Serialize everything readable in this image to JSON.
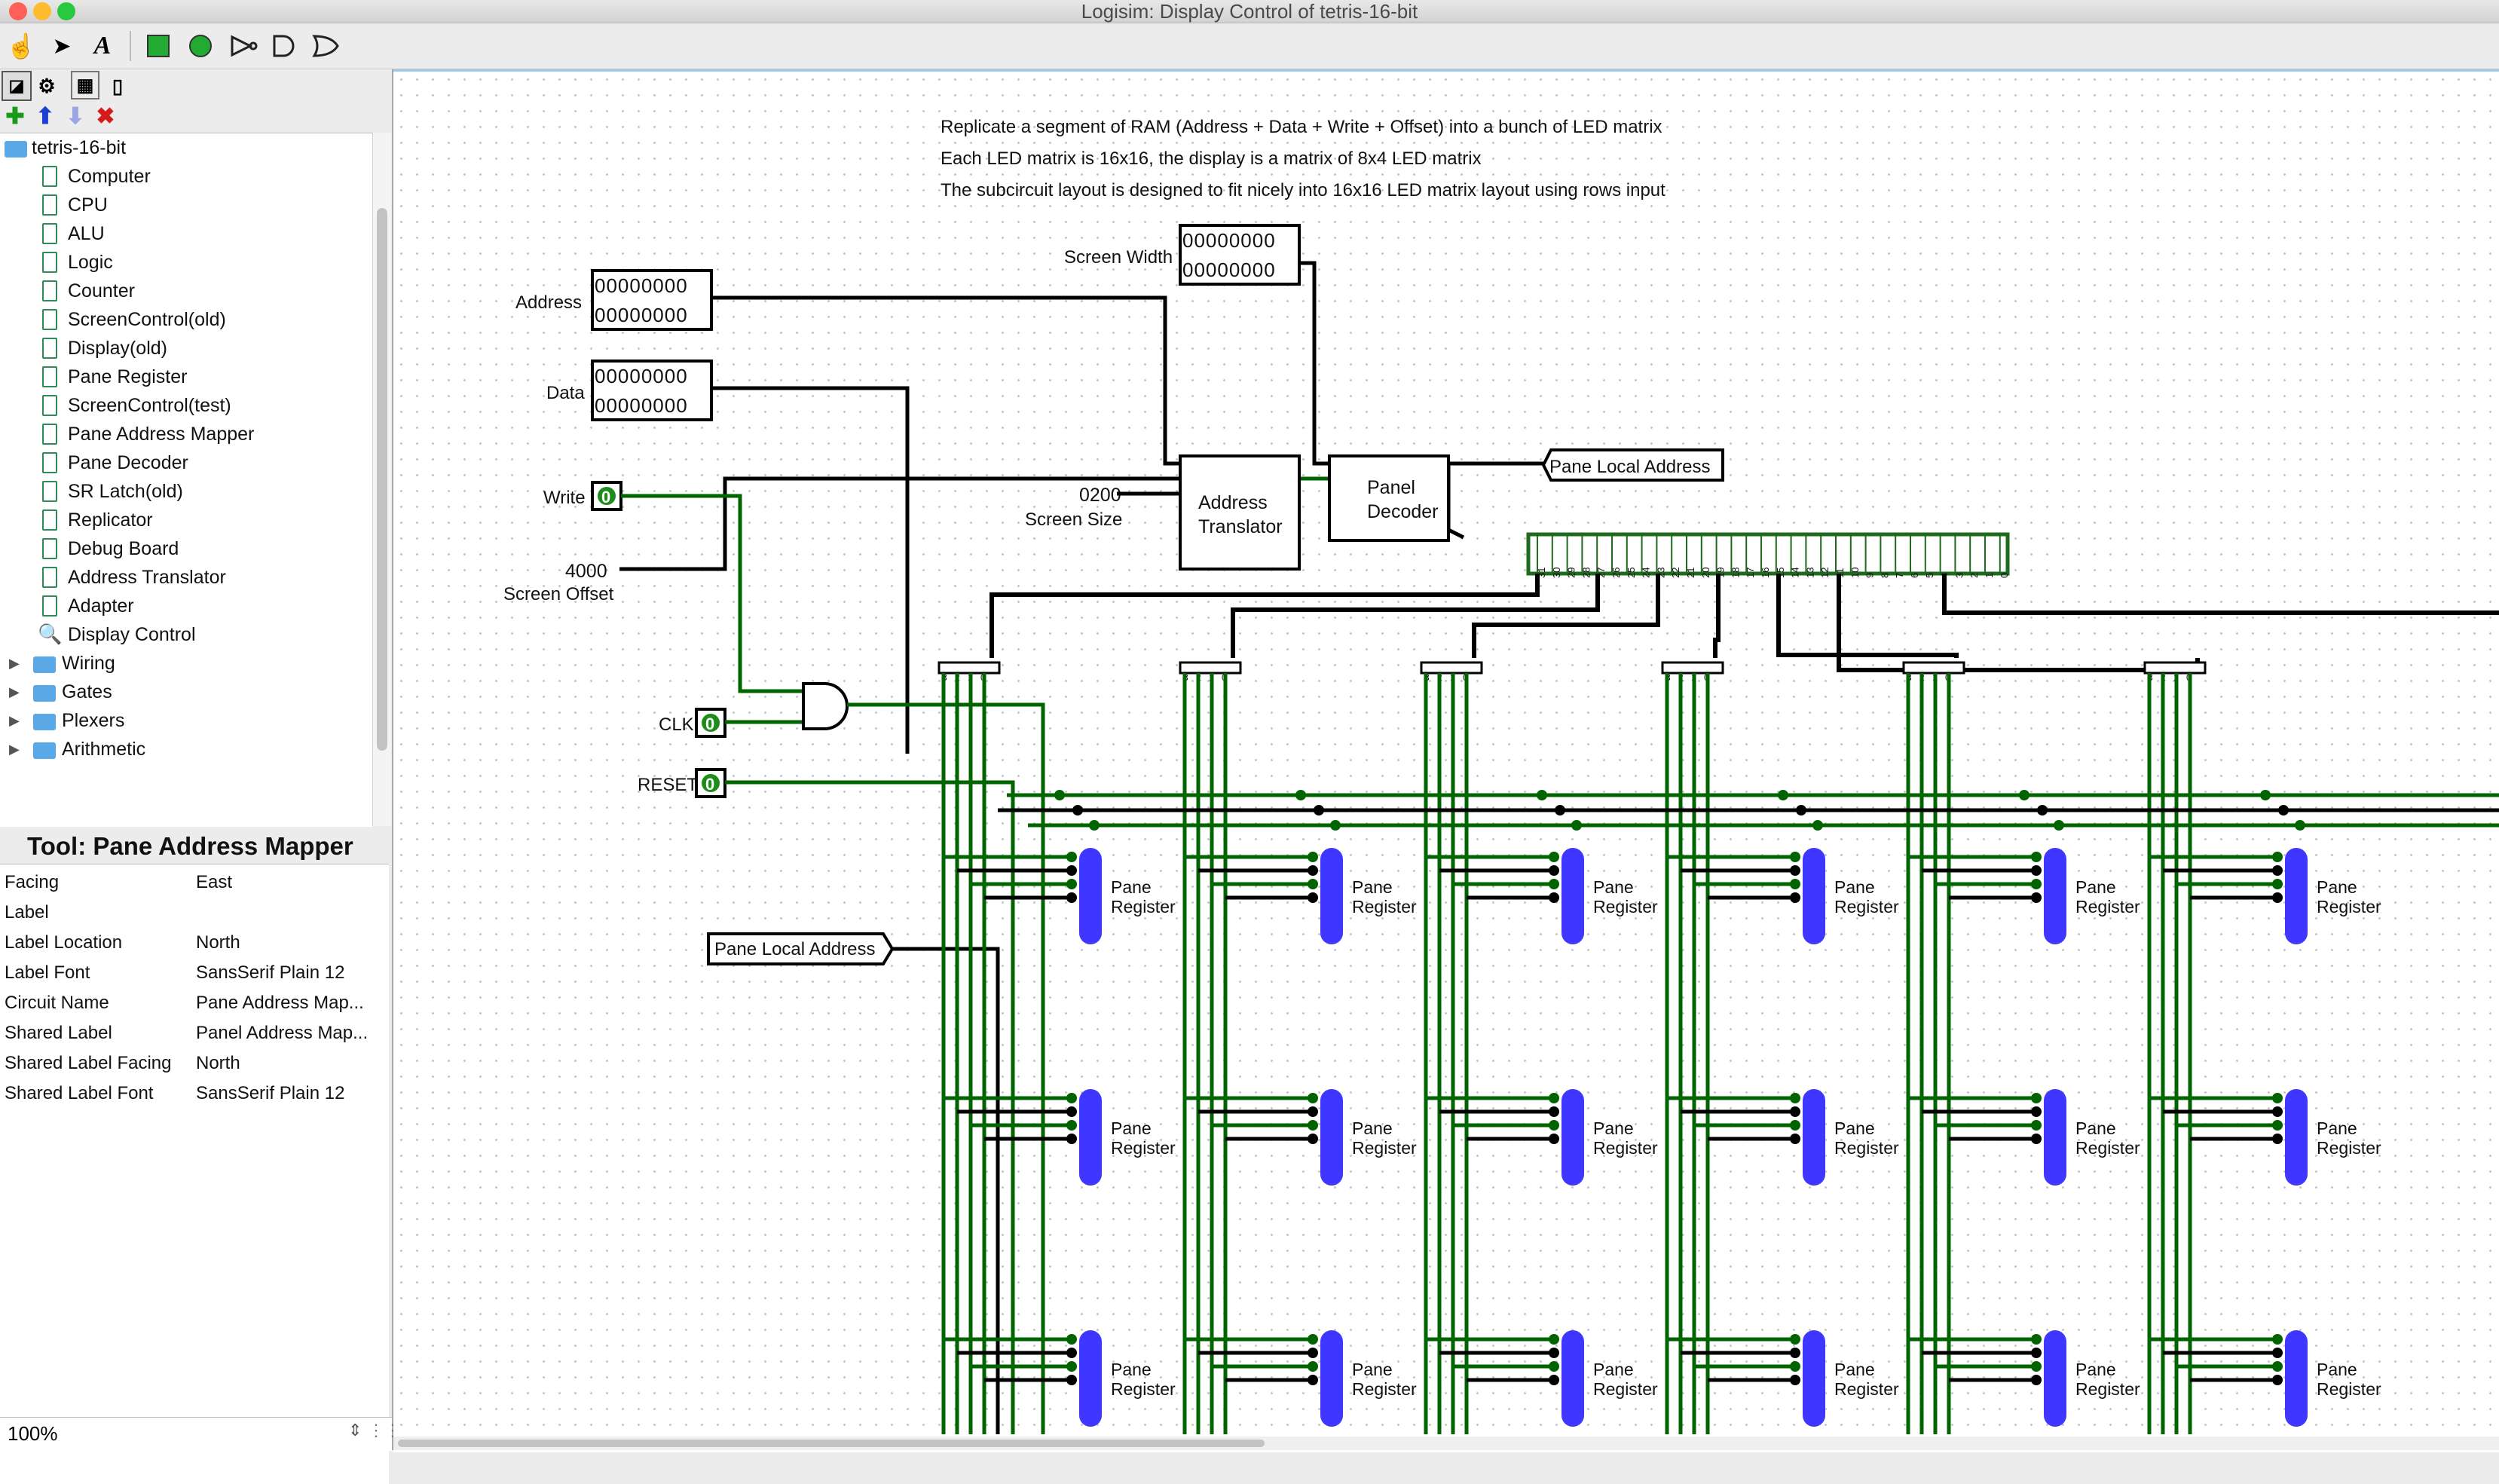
{
  "window": {
    "title": "Logisim: Display Control of tetris-16-bit"
  },
  "tree": {
    "root": "tetris-16-bit",
    "circuits": [
      "Computer",
      "CPU",
      "ALU",
      "Logic",
      "Counter",
      "ScreenControl(old)",
      "Display(old)",
      "Pane Register",
      "ScreenControl(test)",
      "Pane Address Mapper",
      "Pane Decoder",
      "SR Latch(old)",
      "Replicator",
      "Debug Board",
      "Address Translator",
      "Adapter",
      "Display Control"
    ],
    "libraries": [
      "Wiring",
      "Gates",
      "Plexers",
      "Arithmetic"
    ]
  },
  "tool": {
    "heading": "Tool: Pane Address Mapper",
    "attributes": [
      {
        "key": "Facing",
        "value": "East"
      },
      {
        "key": "Label",
        "value": ""
      },
      {
        "key": "Label Location",
        "value": "North"
      },
      {
        "key": "Label Font",
        "value": "SansSerif Plain 12"
      },
      {
        "key": "Circuit Name",
        "value": "Pane Address Map..."
      },
      {
        "key": "Shared Label",
        "value": "Panel Address Map..."
      },
      {
        "key": "Shared Label Facing",
        "value": "North"
      },
      {
        "key": "Shared Label Font",
        "value": "SansSerif Plain 12"
      }
    ]
  },
  "zoom": "100%",
  "canvas": {
    "notes": [
      "Replicate a segment of RAM (Address + Data + Write + Offset) into a bunch of LED matrix",
      "Each LED matrix is 16x16, the display is a matrix of 8x4 LED matrix",
      "The subcircuit layout is designed to fit nicely into 16x16 LED matrix layout using rows input"
    ],
    "inputs": {
      "address": {
        "label": "Address",
        "bits": [
          "00000000",
          "00000000"
        ]
      },
      "data": {
        "label": "Data",
        "bits": [
          "00000000",
          "00000000"
        ]
      },
      "screen_width": {
        "label": "Screen Width",
        "bits": [
          "00000000",
          "00000000"
        ]
      },
      "write": {
        "label": "Write",
        "value": "0"
      },
      "clk": {
        "label": "CLK",
        "value": "0"
      },
      "reset": {
        "label": "RESET",
        "value": "0"
      }
    },
    "constants": {
      "screen_offset": {
        "value": "4000",
        "label": "Screen Offset"
      },
      "screen_size": {
        "value": "0200",
        "label": "Screen Size"
      }
    },
    "components": {
      "address_translator": [
        "Address",
        "Translator"
      ],
      "panel_decoder": [
        "Panel",
        "Decoder"
      ],
      "pane_register": [
        "Pane",
        "Register"
      ]
    },
    "tunnels": {
      "output": "Pane Local Address",
      "input": "Pane Local Address"
    },
    "splitter_bits": [
      "31",
      "30",
      "29",
      "28",
      "27",
      "26",
      "25",
      "24",
      "23",
      "22",
      "21",
      "20",
      "19",
      "18",
      "17",
      "16",
      "15",
      "14",
      "13",
      "12",
      "11",
      "10",
      "9",
      "8",
      "7",
      "6",
      "5",
      "4",
      "3",
      "2",
      "1",
      "0"
    ],
    "group_bits": [
      "3",
      "2",
      "1",
      "0"
    ]
  },
  "colors": {
    "wire_on": "#006400",
    "wire_bus": "#000000",
    "register_fill": "#3f37ff",
    "close": "#fe5f57",
    "minimize": "#febc2e",
    "maximize": "#28c840"
  }
}
